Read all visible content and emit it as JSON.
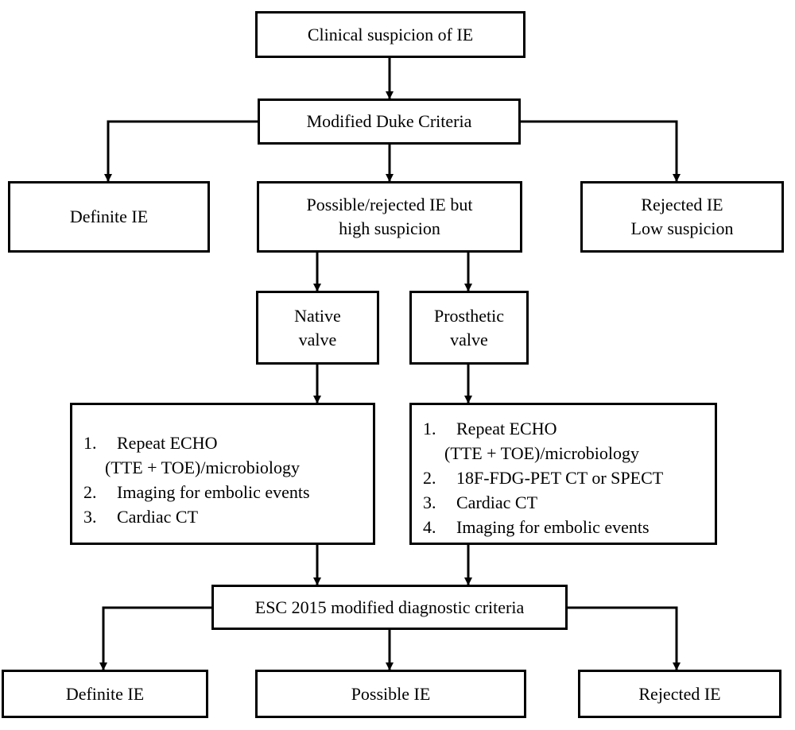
{
  "nodes": {
    "clinical_suspicion": "Clinical suspicion of IE",
    "modified_duke": "Modified Duke Criteria",
    "definite_ie_top": "Definite IE",
    "possible_rejected_line1": "Possible/rejected IE but",
    "possible_rejected_line2": "high suspicion",
    "rejected_low_line1": "Rejected IE",
    "rejected_low_line2": "Low suspicion",
    "native_line1": "Native",
    "native_line2": "valve",
    "prosthetic_line1": "Prosthetic",
    "prosthetic_line2": "valve",
    "esc_criteria": "ESC 2015 modified diagnostic criteria",
    "definite_ie_bottom": "Definite IE",
    "possible_ie_bottom": "Possible IE",
    "rejected_ie_bottom": "Rejected IE"
  },
  "native_steps": [
    {
      "num": "1.",
      "line1": "Repeat ECHO",
      "line2": "(TTE + TOE)/microbiology"
    },
    {
      "num": "2.",
      "line1": "Imaging for embolic events"
    },
    {
      "num": "3.",
      "line1": "Cardiac CT"
    }
  ],
  "prosthetic_steps": [
    {
      "num": "1.",
      "line1": "Repeat ECHO",
      "line2": "(TTE + TOE)/microbiology"
    },
    {
      "num": "2.",
      "line1": "18F-FDG-PET CT or SPECT"
    },
    {
      "num": "3.",
      "line1": "Cardiac CT"
    },
    {
      "num": "4.",
      "line1": "Imaging for embolic events"
    }
  ]
}
